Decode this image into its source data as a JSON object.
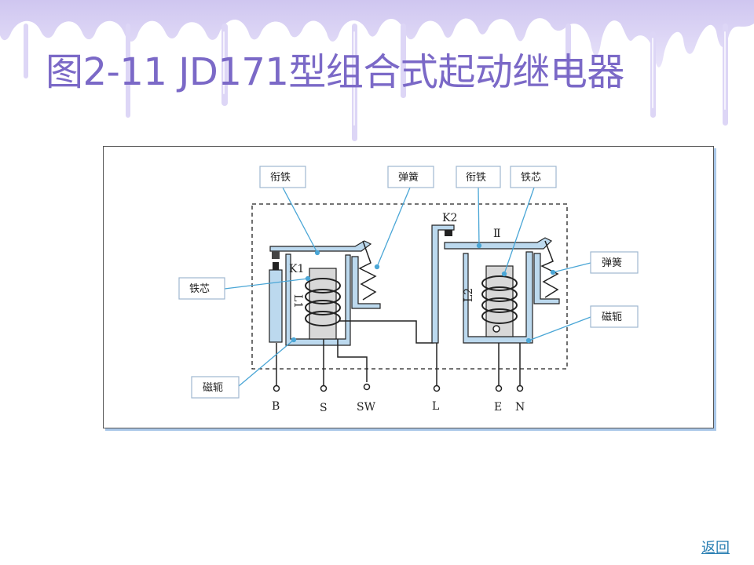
{
  "slide": {
    "title": "图2-11  JD171型组合式起动继电器",
    "back_link": "返回"
  },
  "diagram": {
    "callouts": {
      "armature_left": "衔铁",
      "spring_top": "弹簧",
      "armature_right": "衔铁",
      "core_right": "铁芯",
      "core_left": "铁芯",
      "spring_right": "弹簧",
      "yoke_right": "磁轭",
      "yoke_left": "磁轭"
    },
    "contacts": {
      "k1": "K1",
      "k2": "K2",
      "armature_ii": "Ⅱ"
    },
    "coils": {
      "l1": "L1",
      "l2": "L2"
    },
    "terminals": [
      "B",
      "S",
      "SW",
      "L",
      "E",
      "N"
    ]
  },
  "colors": {
    "title": "#7b69c7",
    "part_fill": "#bcd9ee",
    "leader_line": "#4aa6d6",
    "link": "#2a7fb3"
  }
}
